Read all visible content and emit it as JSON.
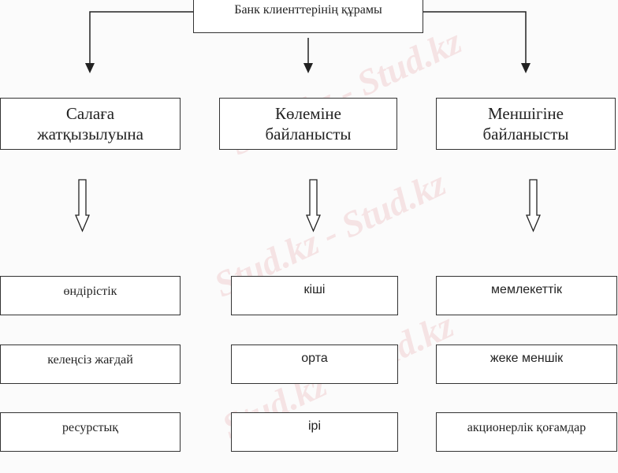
{
  "root": "Банк клиенттерінің құрамы",
  "categories": [
    {
      "label_line1": "Салаға",
      "label_line2": "жатқызылуына",
      "items": [
        "өндірістік",
        "келеңсіз жағдай",
        "ресурстық"
      ]
    },
    {
      "label_line1": "Көлеміне",
      "label_line2": "байланысты",
      "items": [
        "кіші",
        "орта",
        "ірі"
      ]
    },
    {
      "label_line1": "Меншігіне",
      "label_line2": "байланысты",
      "items": [
        "мемлекеттік",
        "жеке меншік",
        "акционерлік қоғамдар"
      ]
    }
  ],
  "watermark": "Stud.kz - Stud.kz"
}
